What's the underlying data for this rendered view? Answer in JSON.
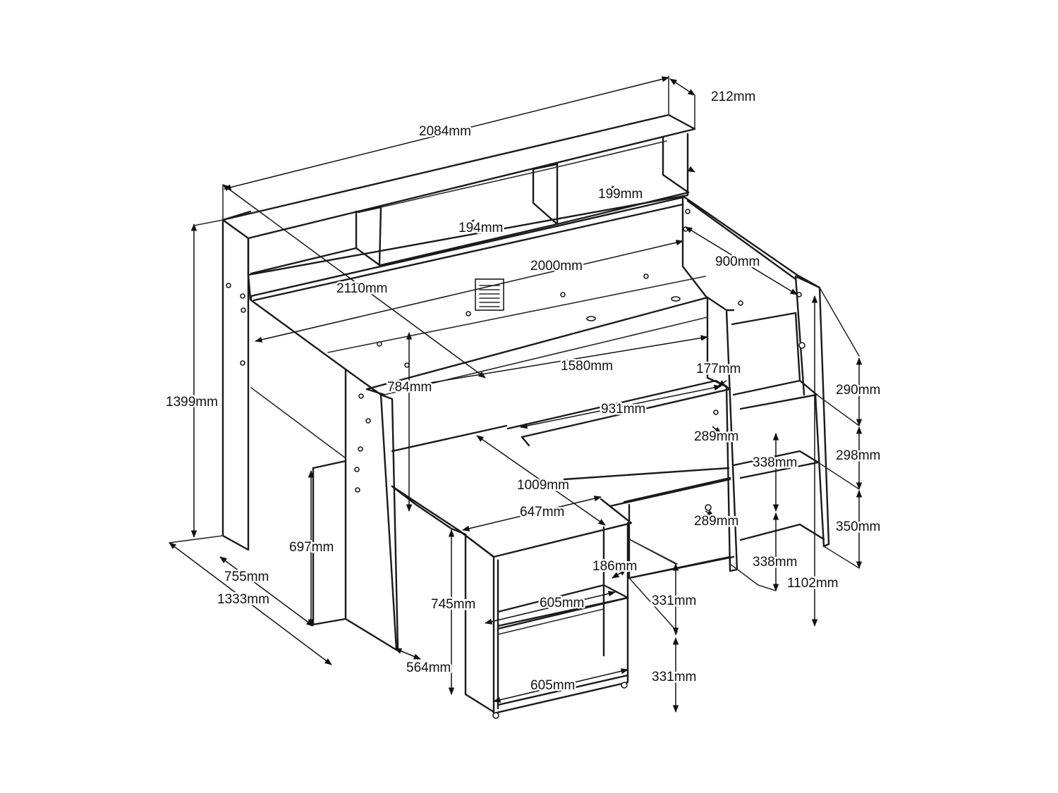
{
  "dimensions": {
    "overall_length": "2084mm",
    "top_shelf_depth": "212mm",
    "compartment_height_a": "199mm",
    "compartment_height_b": "194mm",
    "overall_width_diag": "2110mm",
    "mattress_length": "2000mm",
    "mattress_width": "900mm",
    "desk_track_length": "1580mm",
    "desk_top_width": "931mm",
    "step_depth": "177mm",
    "step_rise_top": "290mm",
    "step_rise_mid": "298mm",
    "step_rise_bottom": "350mm",
    "shelf_unit_width": "289mm",
    "shelf_unit_width_lower": "289mm",
    "shelf_height_upper": "338mm",
    "shelf_height_lower": "338mm",
    "ladder_height": "1102mm",
    "under_bed_height": "784mm",
    "overall_height": "1399mm",
    "leg_height": "697mm",
    "bed_end_depth": "755mm",
    "overall_depth": "1333mm",
    "desk_extension": "1009mm",
    "desk_depth": "647mm",
    "desk_height": "745mm",
    "cabinet_depth": "564mm",
    "cabinet_shelf_gap": "186mm",
    "cabinet_inner_width_upper": "605mm",
    "cabinet_inner_width_lower": "605mm",
    "cabinet_compartment_upper": "331mm",
    "cabinet_compartment_lower": "331mm"
  }
}
